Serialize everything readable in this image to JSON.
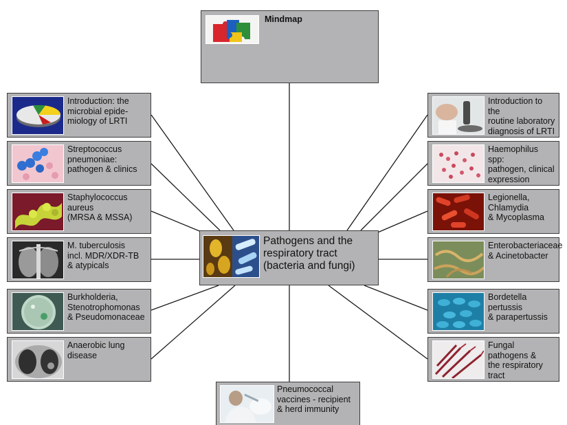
{
  "mindmap_title": "Mindmap",
  "center_node": {
    "label": "Pathogens and the\nrespiratory tract\n(bacteria and fungi)"
  },
  "left_nodes": [
    {
      "name": "lrti-epidemiology",
      "label": "Introduction: the\nmicrobial epide-\nmiology of LRTI",
      "image": "pie-chart-image"
    },
    {
      "name": "streptococcus",
      "label": "Streptococcus\npneumoniae:\npathogen &  clinics",
      "image": "blue-cocci-image"
    },
    {
      "name": "staphylococcus",
      "label": "Staphylococcus\naureus\n(MRSA & MSSA)",
      "image": "yellow-cluster-image"
    },
    {
      "name": "tuberculosis",
      "label": "M. tuberculosis\nincl. MDR/XDR-TB\n& atypicals",
      "image": "chest-xray-image"
    },
    {
      "name": "burkholderia",
      "label": "Burkholderia,\nStenotrophomonas\n& Pseudomonaceae",
      "image": "petri-dish-image"
    },
    {
      "name": "anaerobic",
      "label": "Anaerobic lung\ndisease",
      "image": "lung-ct-image"
    }
  ],
  "right_nodes": [
    {
      "name": "lab-diagnosis",
      "label": "Introduction to the\nroutine laboratory\ndiagnosis of LRTI",
      "image": "microscope-image"
    },
    {
      "name": "haemophilus",
      "label": "Haemophilus spp:\npathogen, clinical\nexpression",
      "image": "pink-bacilli-image"
    },
    {
      "name": "legionella",
      "label": "Legionella,\nChlamydia\n& Mycoplasma",
      "image": "red-rods-image"
    },
    {
      "name": "enterobacteriaceae",
      "label": "Enterobacteriaceae\n& Acinetobacter",
      "image": "green-filaments-image"
    },
    {
      "name": "bordetella",
      "label": "Bordetella pertussis\n& parapertussis",
      "image": "cyan-bacteria-image"
    },
    {
      "name": "fungal",
      "label": "Fungal pathogens &\nthe respiratory tract",
      "image": "red-hyphae-image"
    }
  ],
  "bottom_node": {
    "label": "Pneumococcal\nvaccines - recipient\n& herd immunity",
    "image": "vaccine-image"
  },
  "colors": {
    "box_fill": "#b3b3b5",
    "border": "#3c3c3c",
    "connector": "#1a1a1a",
    "background": "#ffffff"
  }
}
